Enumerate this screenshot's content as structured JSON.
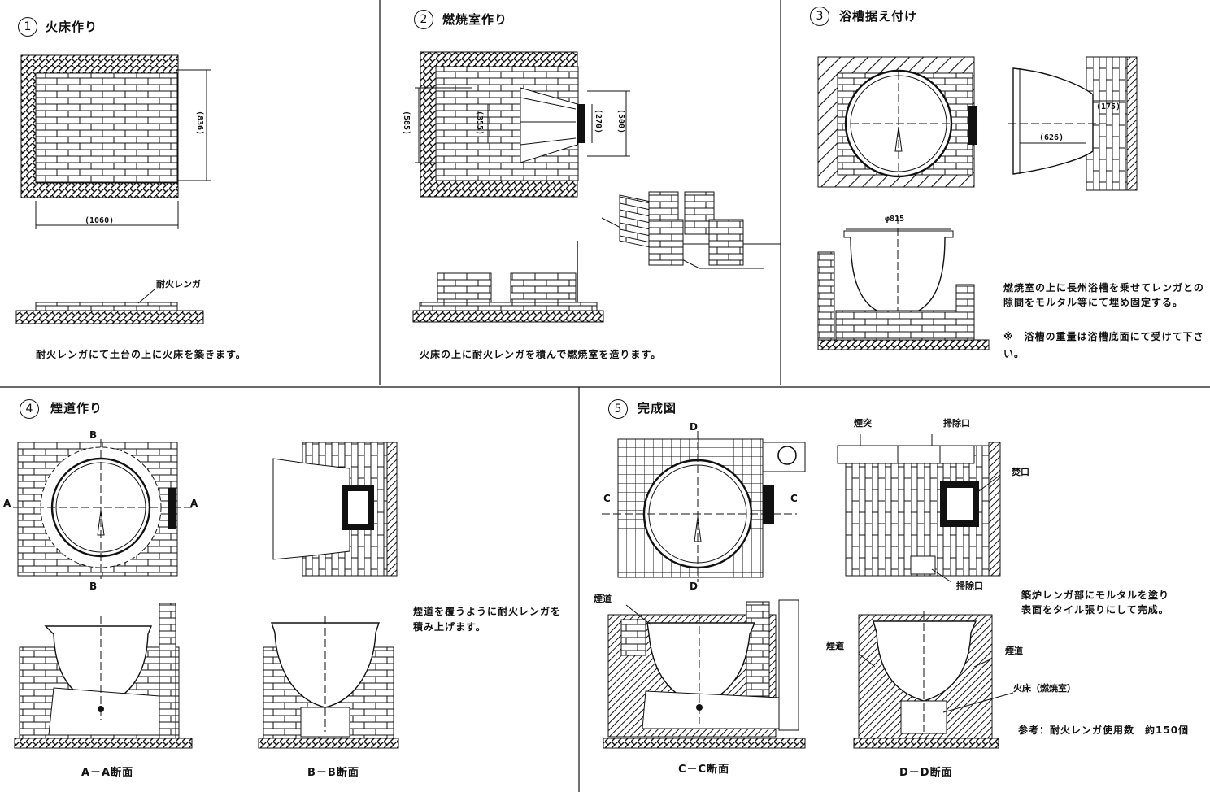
{
  "panels": [
    {
      "num": "1",
      "title": "火床作り"
    },
    {
      "num": "2",
      "title": "燃焼室作り"
    },
    {
      "num": "3",
      "title": "浴槽据え付け"
    },
    {
      "num": "4",
      "title": "煙道作り"
    },
    {
      "num": "5",
      "title": "完成図"
    }
  ],
  "step1": {
    "dim_width": "(1060)",
    "dim_height": "(836)",
    "label_firebrick": "耐火レンガ",
    "note": "耐火レンガにて土台の上に火床を築きます。"
  },
  "step2": {
    "dim_585": "(585)",
    "dim_355": "(355)",
    "dim_270": "(270)",
    "dim_500": "(500)",
    "note": "火床の上に耐火レンガを積んで燃焼室を造ります。"
  },
  "step3": {
    "dim_175": "(175)",
    "dim_626": "(626)",
    "dim_815": "φ815",
    "note_line1": "燃焼室の上に長州浴槽を乗せてレンガとの",
    "note_line2": "隙間をモルタル等にて埋め固定する。",
    "note_line3": "※　浴槽の重量は浴槽底面にて受けて下さい。"
  },
  "step4": {
    "note_line1": "煙道を覆うように耐火レンガを",
    "note_line2": "積み上げます。",
    "cap_aa": "A－A断面",
    "cap_bb": "B－B断面",
    "mark_a": "A",
    "mark_b": "B"
  },
  "step5": {
    "label_chimney": "煙突",
    "label_cleanout_top": "掃除口",
    "label_firedoor": "焚口",
    "label_cleanout_bottom": "掃除口",
    "label_flue_left": "煙道",
    "label_flue_dd_left": "煙道",
    "label_flue_dd_right": "煙道",
    "label_firebed": "火床（燃焼室）",
    "note_line1": "築炉レンガ部にモルタルを塗り",
    "note_line2": "表面をタイル張りにして完成。",
    "ref_note": "参考：耐火レンガ使用数　約150個",
    "cap_cc": "C－C断面",
    "cap_dd": "D－D断面",
    "mark_c": "C",
    "mark_d": "D"
  }
}
